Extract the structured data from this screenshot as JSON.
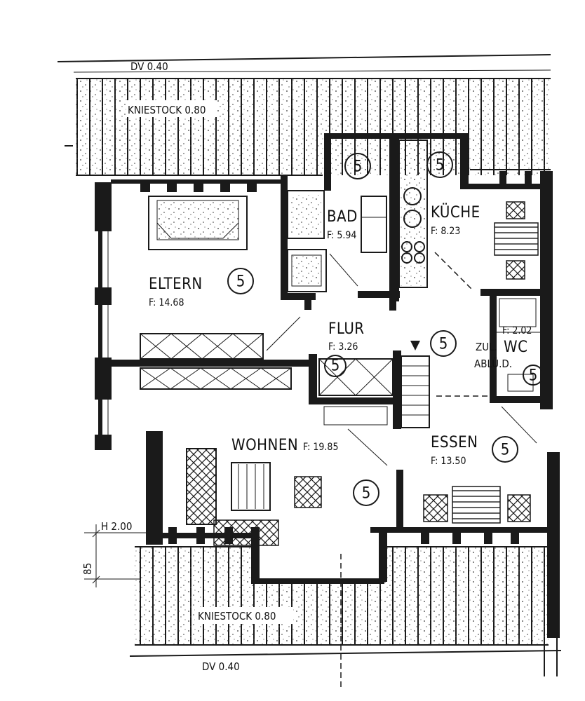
{
  "dim_top": "DV 0.40",
  "dim_bottom": "DV 0.40",
  "kniestock_top": "KNIESTOCK 0.80",
  "kniestock_bottom": "KNIESTOCK 0.80",
  "height_label": "H 2.00",
  "height_value": "85",
  "rooms": {
    "bad": {
      "name": "BAD",
      "area": "F: 5.94"
    },
    "kueche": {
      "name": "KÜCHE",
      "area": "F: 8.23"
    },
    "eltern": {
      "name": "ELTERN",
      "area": "F: 14.68"
    },
    "flur": {
      "name": "FLUR",
      "area": "F: 3.26"
    },
    "wc": {
      "name": "WC",
      "area": "F: 2.02",
      "note1": "ZUL.",
      "note2": "ABLÜ.D."
    },
    "wohnen": {
      "name": "WOHNEN",
      "area": "F: 19.85"
    },
    "essen": {
      "name": "ESSEN",
      "area": "F: 13.50"
    }
  },
  "circle_label": "5"
}
